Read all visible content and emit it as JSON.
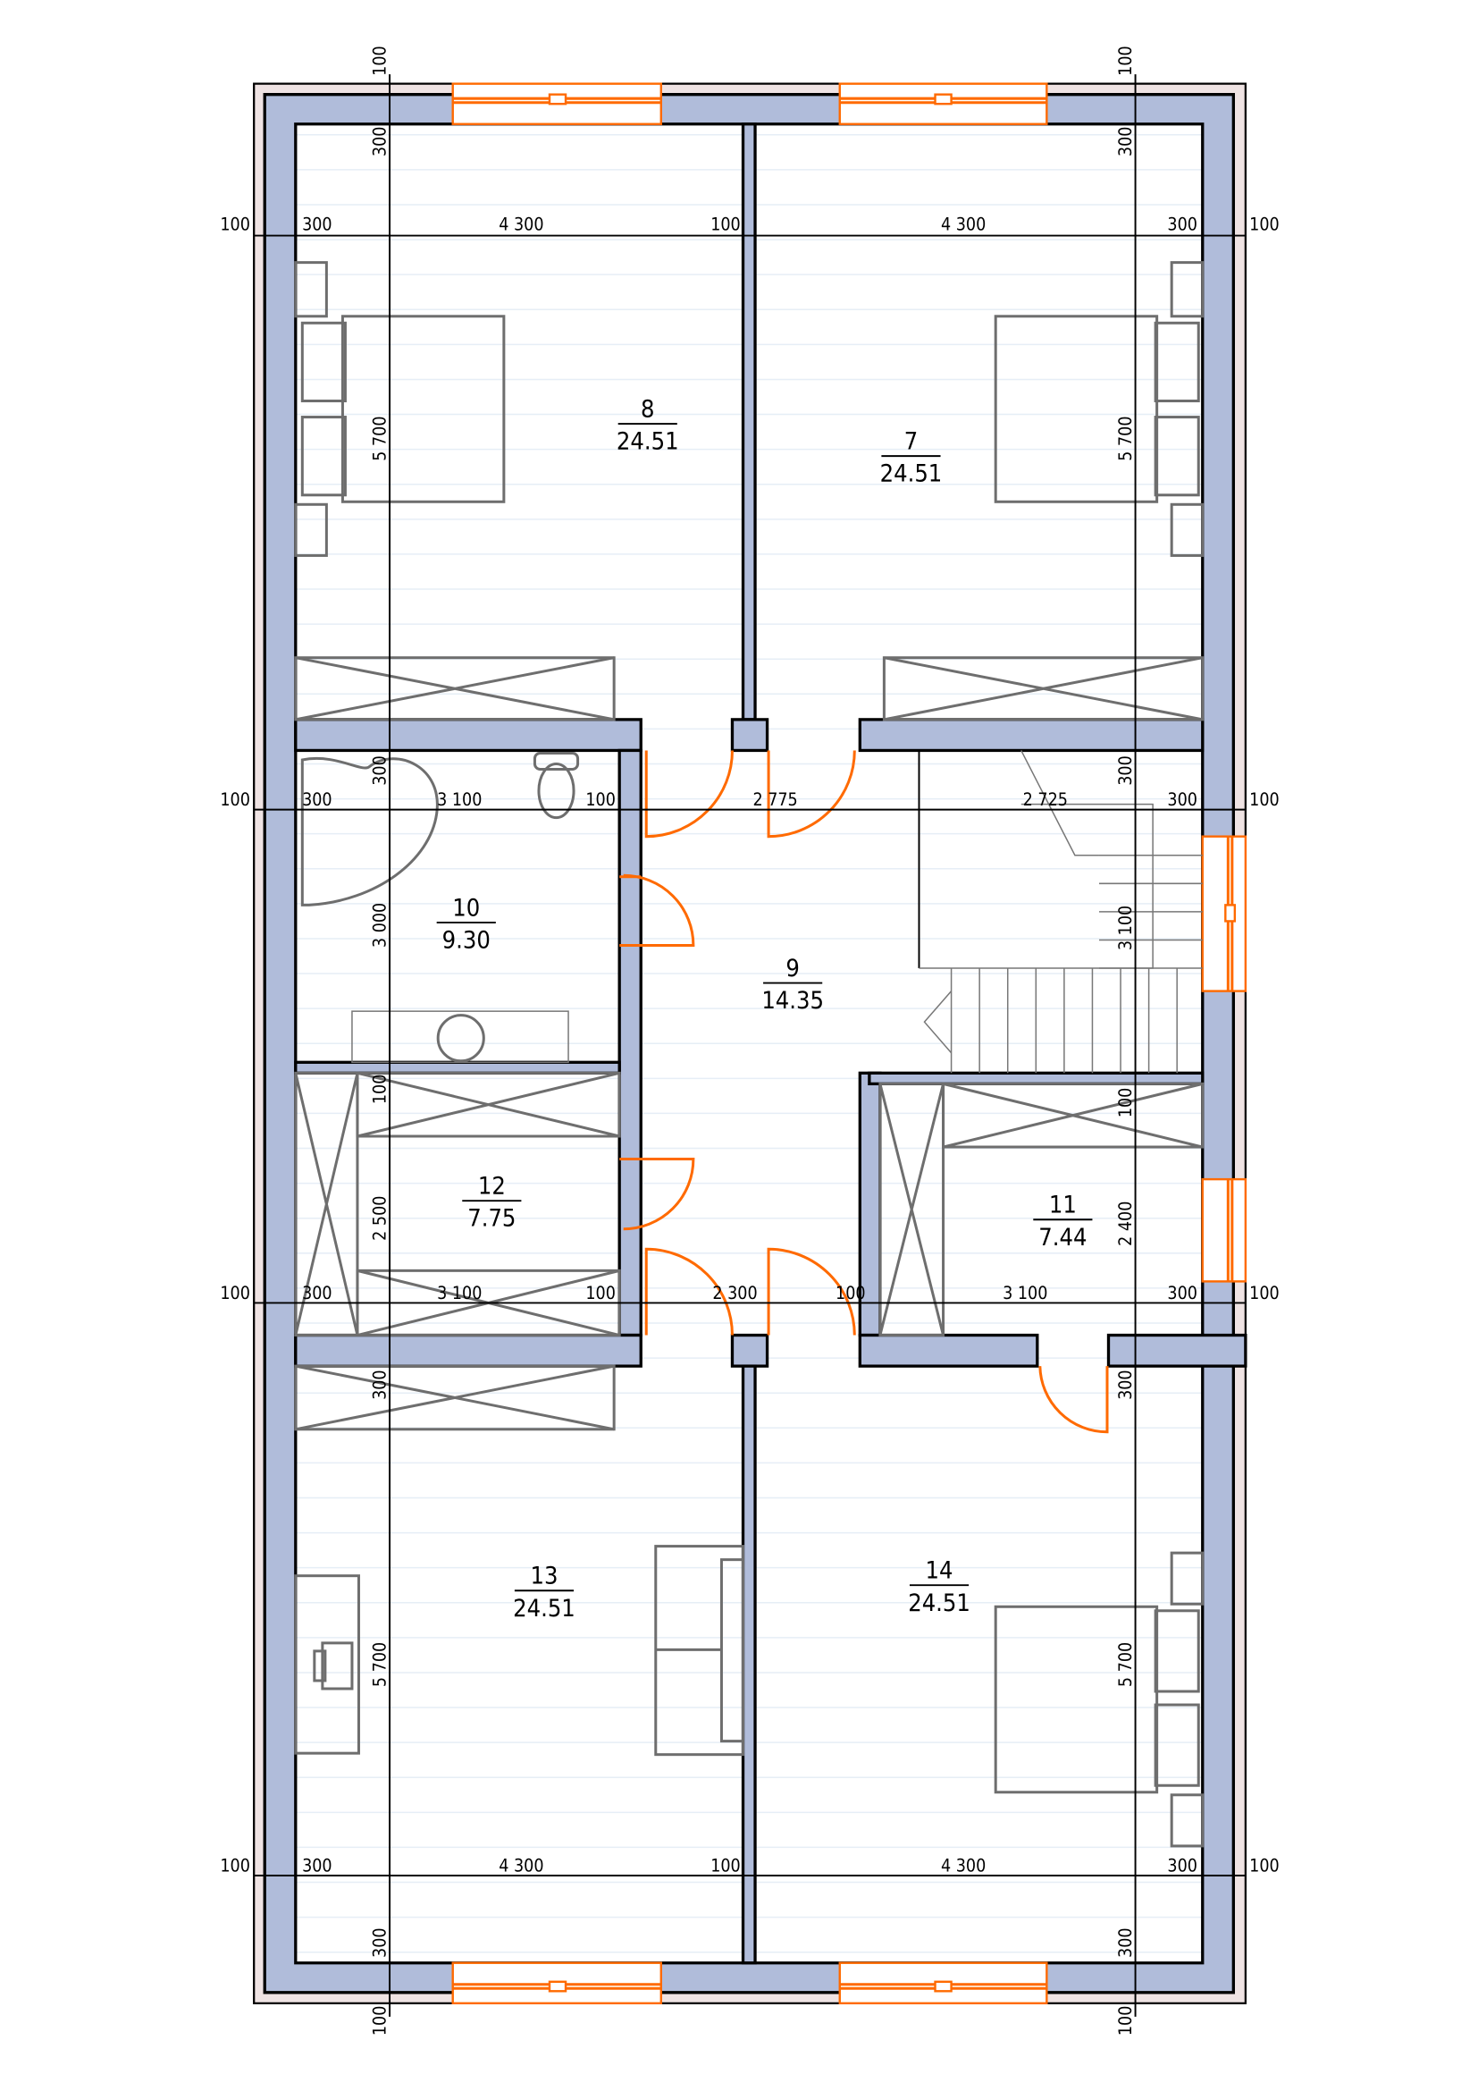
{
  "rooms": [
    {
      "number": "8",
      "area": "24.51"
    },
    {
      "number": "7",
      "area": "24.51"
    },
    {
      "number": "10",
      "area": "9.30"
    },
    {
      "number": "9",
      "area": "14.35"
    },
    {
      "number": "12",
      "area": "7.75"
    },
    {
      "number": "11",
      "area": "7.44"
    },
    {
      "number": "13",
      "area": "24.51"
    },
    {
      "number": "14",
      "area": "24.51"
    }
  ],
  "dimensions": {
    "row1": [
      "100",
      "300",
      "4 300",
      "100",
      "4 300",
      "300",
      "100"
    ],
    "row2": [
      "100",
      "300",
      "3 100",
      "100",
      "2 775",
      "2 725",
      "300",
      "100"
    ],
    "row3": [
      "100",
      "300",
      "3 100",
      "100",
      "2 300",
      "100",
      "3 100",
      "300",
      "100"
    ],
    "row4": [
      "100",
      "300",
      "4 300",
      "100",
      "4 300",
      "300",
      "100"
    ],
    "left_column": [
      "100",
      "300",
      "5 700",
      "300",
      "3 000",
      "100",
      "2 500",
      "300",
      "5 700",
      "300",
      "100"
    ],
    "right_column": [
      "100",
      "300",
      "5 700",
      "300",
      "3 100",
      "100",
      "2 400",
      "300",
      "5 700",
      "300",
      "100"
    ]
  },
  "colors": {
    "wall": "#b0bcda",
    "finish": "#efe3e3",
    "door_window": "#ff6a00",
    "furniture": "#6e6e6e"
  }
}
